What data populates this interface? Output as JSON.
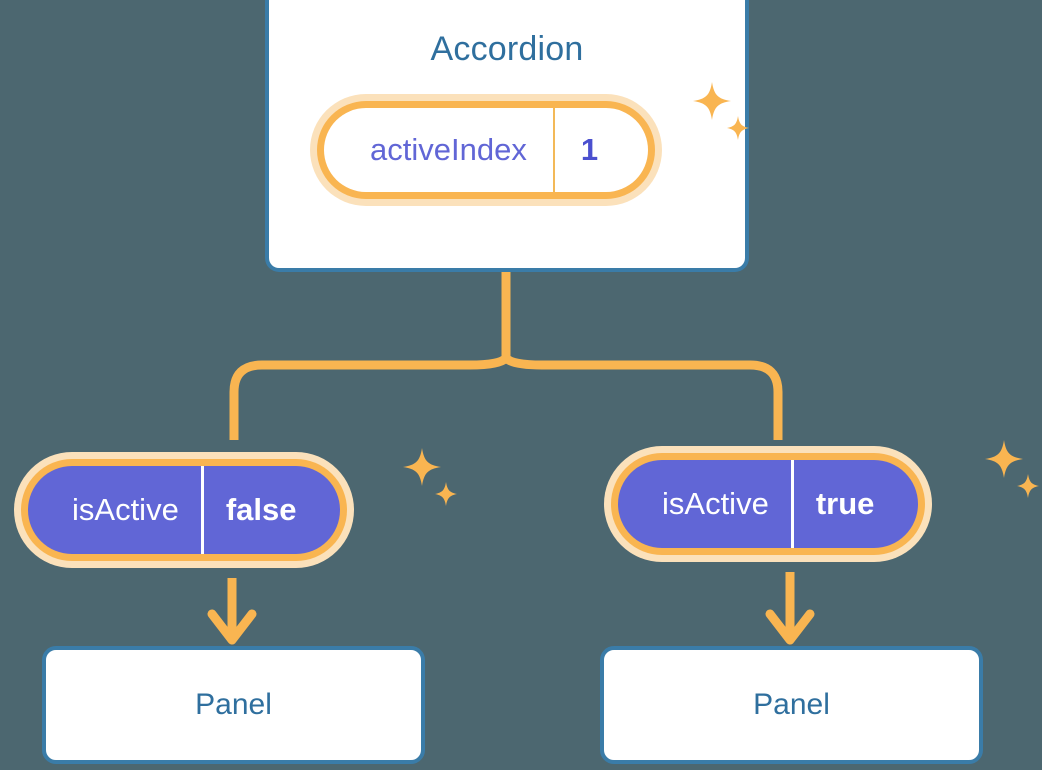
{
  "theme": {
    "background": "#4c6770",
    "card_border": "#3a7ca8",
    "card_fill": "#ffffff",
    "title_text": "#2f6f9e",
    "accent_orange": "#f9b551",
    "accent_orange_pale": "#fbe1bb",
    "state_purple": "#6166d6",
    "value_purple": "#4b50cf",
    "value_white": "#ffffff"
  },
  "diagram": {
    "root": {
      "title": "Accordion",
      "state": {
        "key": "activeIndex",
        "value": "1"
      }
    },
    "children": [
      {
        "state": {
          "key": "isActive",
          "value": "false"
        },
        "panel": {
          "label": "Panel"
        }
      },
      {
        "state": {
          "key": "isActive",
          "value": "true"
        },
        "panel": {
          "label": "Panel"
        }
      }
    ]
  },
  "icons": {
    "sparkle": "sparkle-star",
    "arrow": "arrow-down"
  }
}
